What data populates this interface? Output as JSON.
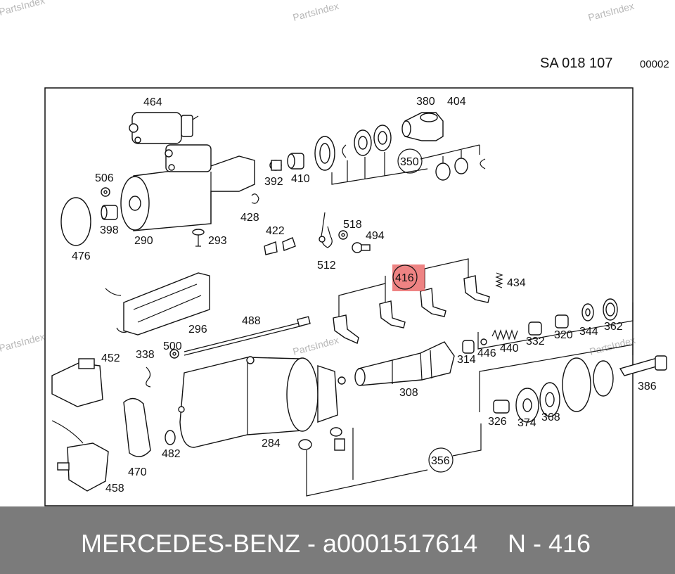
{
  "watermark": "PartsIndex",
  "drawing": {
    "code": "SA 018 107",
    "sheet": "00002"
  },
  "highlighted_part": "416",
  "highlight_color": "#e85a5a",
  "labels": {
    "p464": "464",
    "p380": "380",
    "p404": "404",
    "p350": "350",
    "p506": "506",
    "p392": "392",
    "p410": "410",
    "p398": "398",
    "p428": "428",
    "p476": "476",
    "p290": "290",
    "p293": "293",
    "p422": "422",
    "p518": "518",
    "p494": "494",
    "p512": "512",
    "p416": "416",
    "p434": "434",
    "p488": "488",
    "p296": "296",
    "p452": "452",
    "p338": "338",
    "p500": "500",
    "p446": "446",
    "p440": "440",
    "p332": "332",
    "p320": "320",
    "p344": "344",
    "p362": "362",
    "p314": "314",
    "p308": "308",
    "p386": "386",
    "p326": "326",
    "p374": "374",
    "p368": "368",
    "p284": "284",
    "p356": "356",
    "p470": "470",
    "p482": "482",
    "p458": "458"
  },
  "footer": {
    "brand": "MERCEDES-BENZ - a0001517614",
    "part": "N - 416"
  }
}
